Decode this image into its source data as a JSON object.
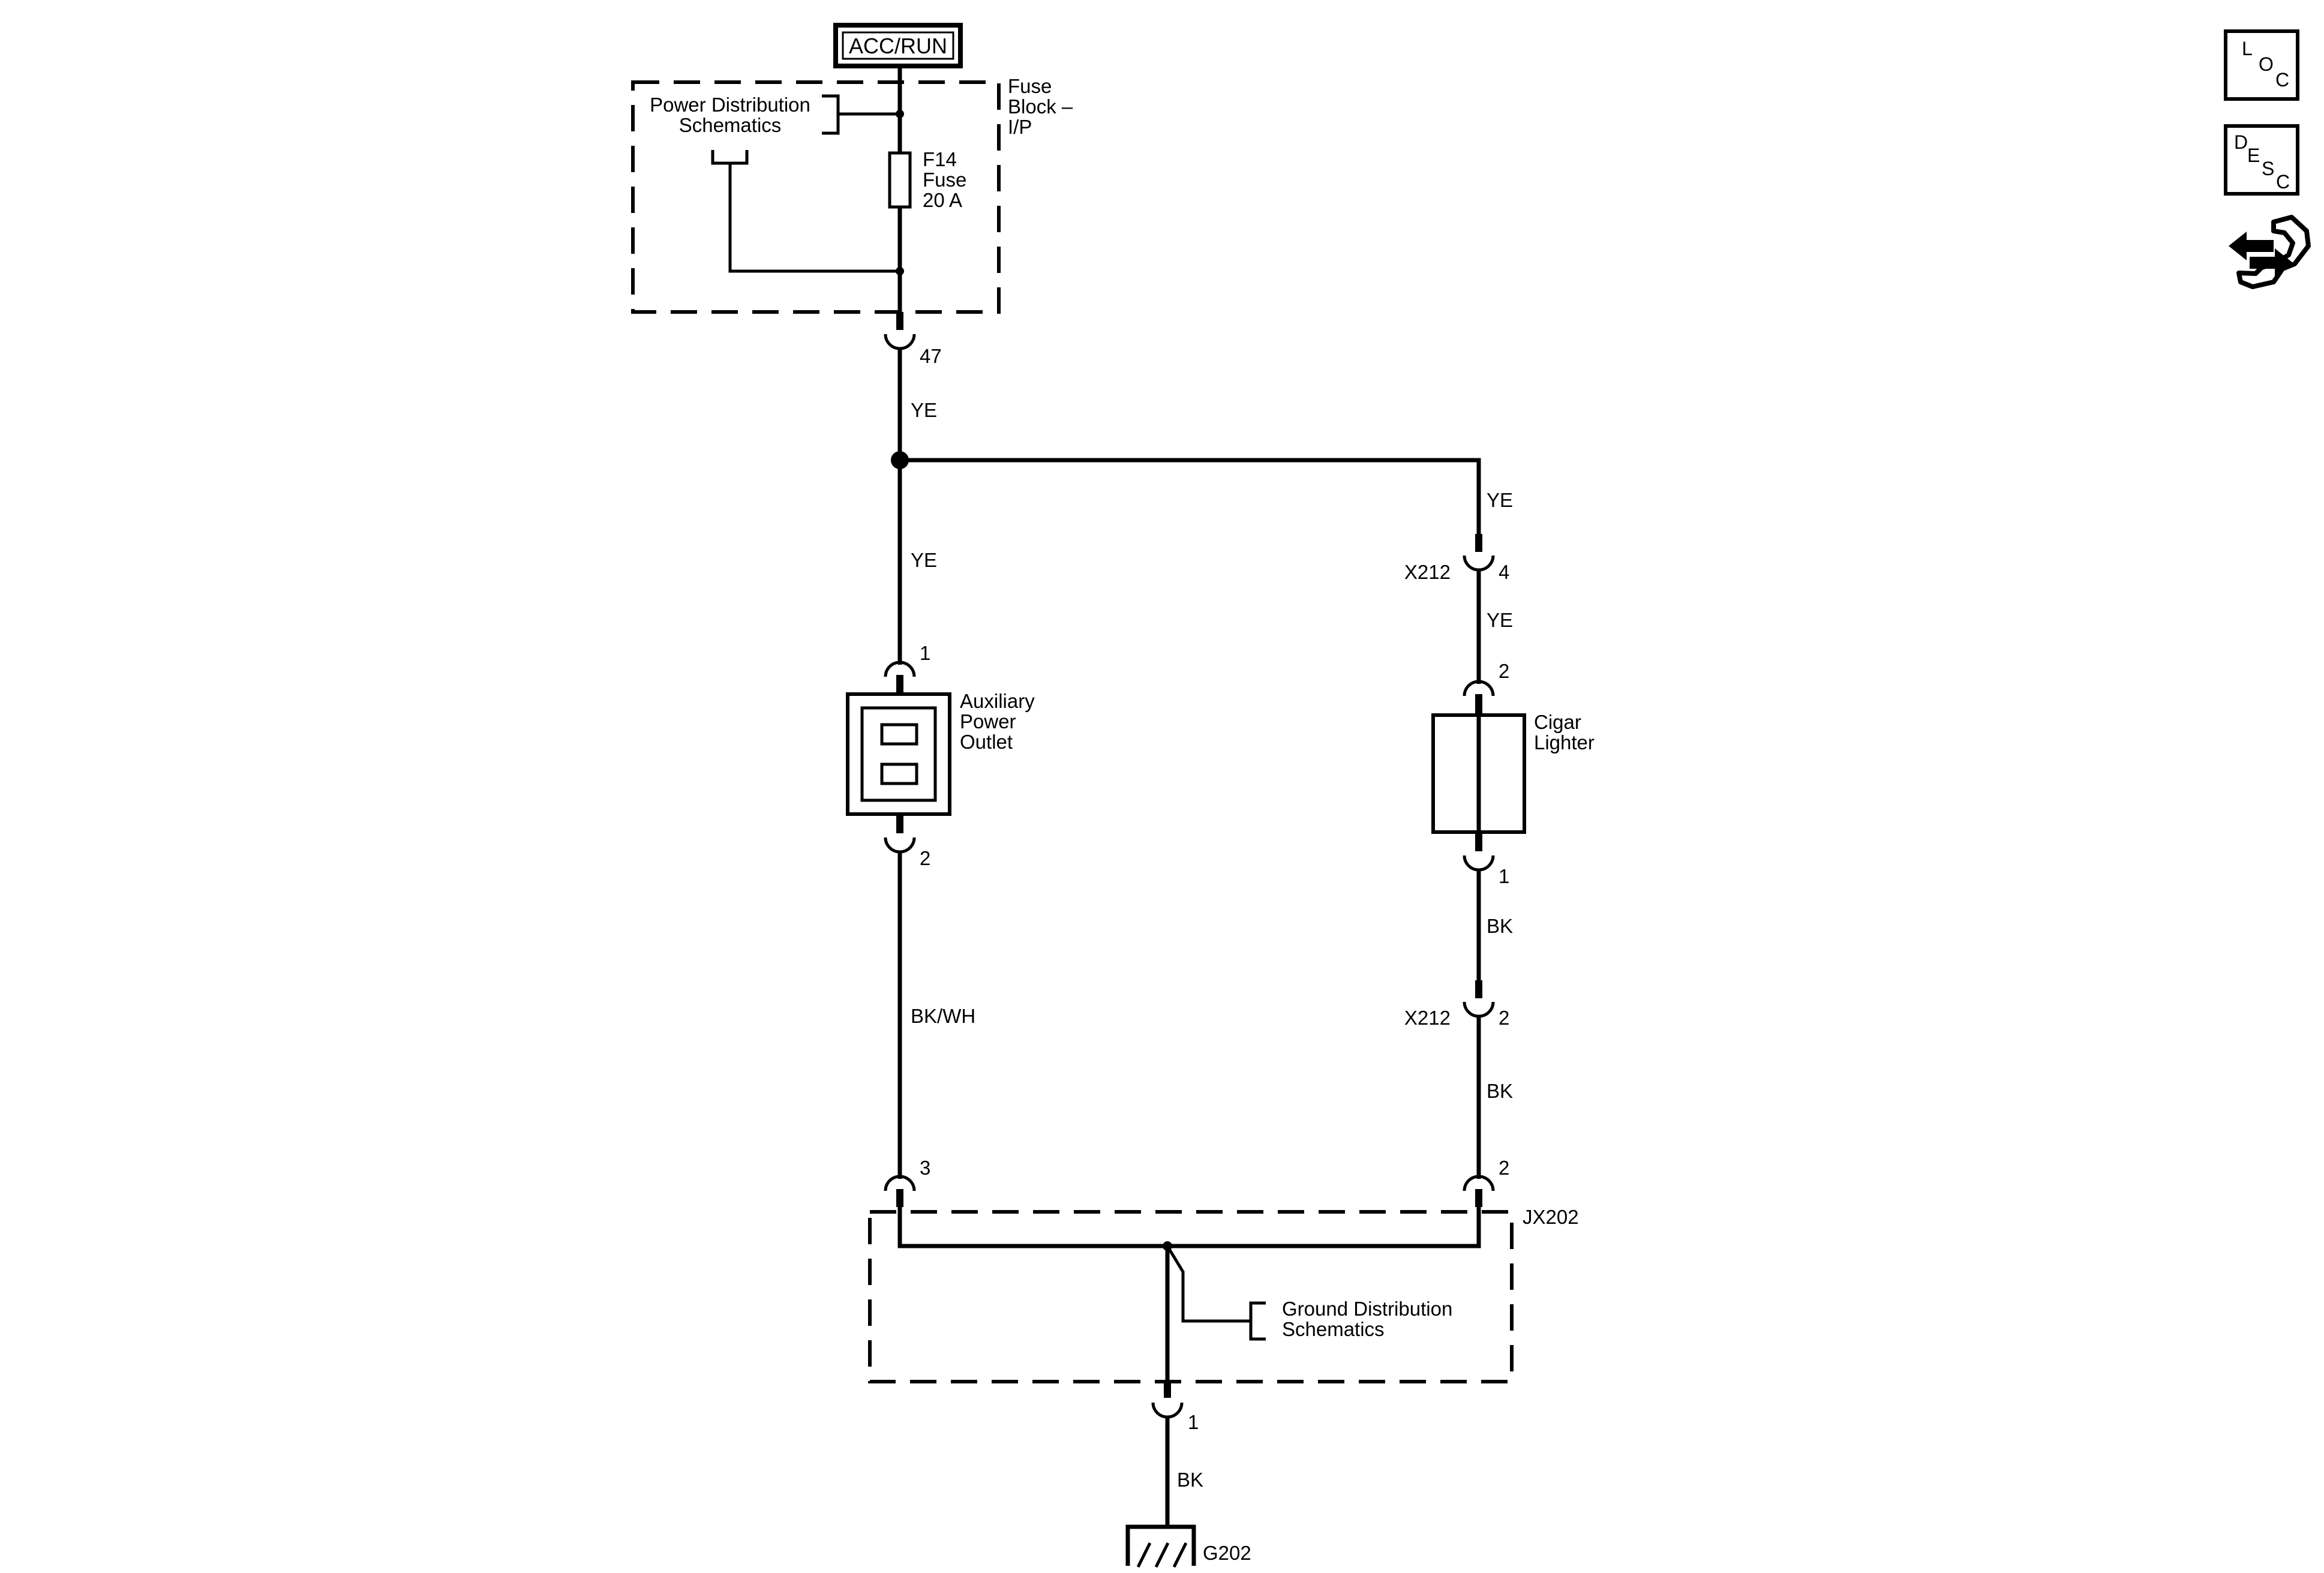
{
  "header": {
    "power_mode": "ACC/RUN"
  },
  "fuse_block": {
    "name_line1": "Fuse",
    "name_line2": "Block –",
    "name_line3": "I/P",
    "power_ref_line1": "Power Distribution",
    "power_ref_line2": "Schematics",
    "fuse_line1": "F14",
    "fuse_line2": "Fuse",
    "fuse_line3": "20 A",
    "output_pin": "47"
  },
  "wires": {
    "feed_color": "YE",
    "aux_feed_color": "YE",
    "cigar_feed_color": "YE",
    "cigar_feed_color_after_x212": "YE",
    "aux_ground_color": "BK/WH",
    "cigar_ground_color": "BK",
    "cigar_ground_color_after_x212": "BK",
    "ground_color": "BK"
  },
  "aux_outlet": {
    "line1": "Auxiliary",
    "line2": "Power",
    "line3": "Outlet",
    "pin_in": "1",
    "pin_out": "2"
  },
  "cigar_lighter": {
    "line1": "Cigar",
    "line2": "Lighter",
    "pin_in": "2",
    "pin_out": "1"
  },
  "inline_connectors": {
    "x212_upper_name": "X212",
    "x212_upper_pin": "4",
    "x212_lower_name": "X212",
    "x212_lower_pin": "2"
  },
  "splice": {
    "name": "JX202",
    "pin_left": "3",
    "pin_right": "2",
    "pin_bottom": "1",
    "ground_ref_line1": "Ground Distribution",
    "ground_ref_line2": "Schematics"
  },
  "ground": {
    "name": "G202"
  },
  "side_icons": {
    "loc": [
      "L",
      "O",
      "C"
    ],
    "desc": [
      "D",
      "E",
      "S",
      "C"
    ],
    "third": "exchange-wrench-icon"
  }
}
